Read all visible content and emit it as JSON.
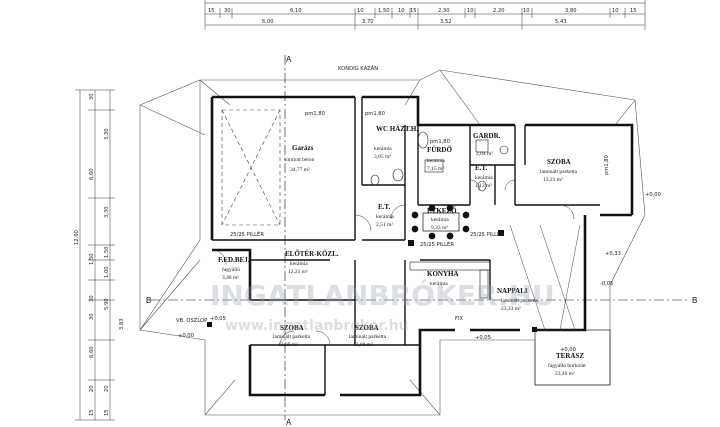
{
  "rooms": {
    "garage": {
      "name": "Garázs",
      "floor": "simított beton",
      "area": "34,77 m²"
    },
    "wc": {
      "name": "WC HÁZT.H.",
      "floor": "kerámia",
      "area": "3,85 m²"
    },
    "bath": {
      "name": "FÜRDŐ",
      "floor": "kerámia",
      "area": "7,15 m²"
    },
    "gardr": {
      "name": "GARDR.",
      "area": "2,04 m²"
    },
    "et1": {
      "name": "E.T.",
      "floor": "kerámia",
      "area": "1,13 m²"
    },
    "szoba1": {
      "name": "SZOBA",
      "floor": "laminált parketta",
      "area": "13,21 m²"
    },
    "et2": {
      "name": "E.T.",
      "floor": "kerámia",
      "area": "2,51 m²"
    },
    "etkezo": {
      "name": "ÉTKEZŐ",
      "floor": "kerámia",
      "area": "9,33 m²"
    },
    "foedbej": {
      "name": "F.ED.BEJ.",
      "floor": "fagyálló",
      "area": "3,48 m²"
    },
    "eloter": {
      "name": "ELŐTÉR-KÖZL.",
      "floor": "kerámia",
      "area": "12,21 m²"
    },
    "konyha": {
      "name": "KONYHA",
      "floor": "kerámia"
    },
    "nappali": {
      "name": "NAPPALI",
      "floor": "laminált parketta",
      "area": "23,33 m²"
    },
    "szoba2": {
      "name": "SZOBA",
      "floor": "laminált parketta",
      "area": "12,06 m²"
    },
    "szoba3": {
      "name": "SZOBA",
      "floor": "laminált parketta",
      "area": "12,08 m²"
    },
    "terasz": {
      "name": "TERASZ",
      "floor": "fagyálló burkolat",
      "area": "23,40 m²"
    }
  },
  "annotations": {
    "kazan": "KONDIG KAZÁN",
    "pm": "pm1,80",
    "pm_gardr": "pm1,80",
    "pm_wc": "pm1,80",
    "pm_szoba": "pm1,80",
    "pillar1": "25/25 PILLÉR",
    "pillar2": "25/25 PILLÉR",
    "pillar3": "25/25 PILLÉR",
    "fix": "FIX",
    "section_a_top": "A",
    "section_a_bottom": "A",
    "section_b_left": "B",
    "section_b_right": "B",
    "level_1": "+0,00",
    "level_2": "+0,00",
    "level_3": "+0,05",
    "level_4": "+0,33",
    "level_5": "+0,05",
    "level_6": "+0,00",
    "level_7": "-0,05",
    "oszlop": "VB. OSZLOP"
  },
  "dims_top_row1": [
    "15",
    "30",
    "6,10",
    "10",
    "1,50",
    "10",
    "15",
    "2,30",
    "10",
    "2,20",
    "10",
    "3,80",
    "10",
    "15"
  ],
  "dims_top_row2": [
    "6,00",
    "3,70",
    "3,52",
    "5,43"
  ],
  "dims_left": [
    "30",
    "3,30",
    "6,60",
    "3,30",
    "12,60",
    "1,50",
    "1,50",
    "1,00",
    "30",
    "5,90",
    "3,83",
    "30",
    "6,60",
    "20",
    "20",
    "15",
    "15"
  ],
  "watermark": {
    "line1": "INGATLANBRÓKER.HU",
    "line2": "www.ingatlanbroker.hu"
  }
}
